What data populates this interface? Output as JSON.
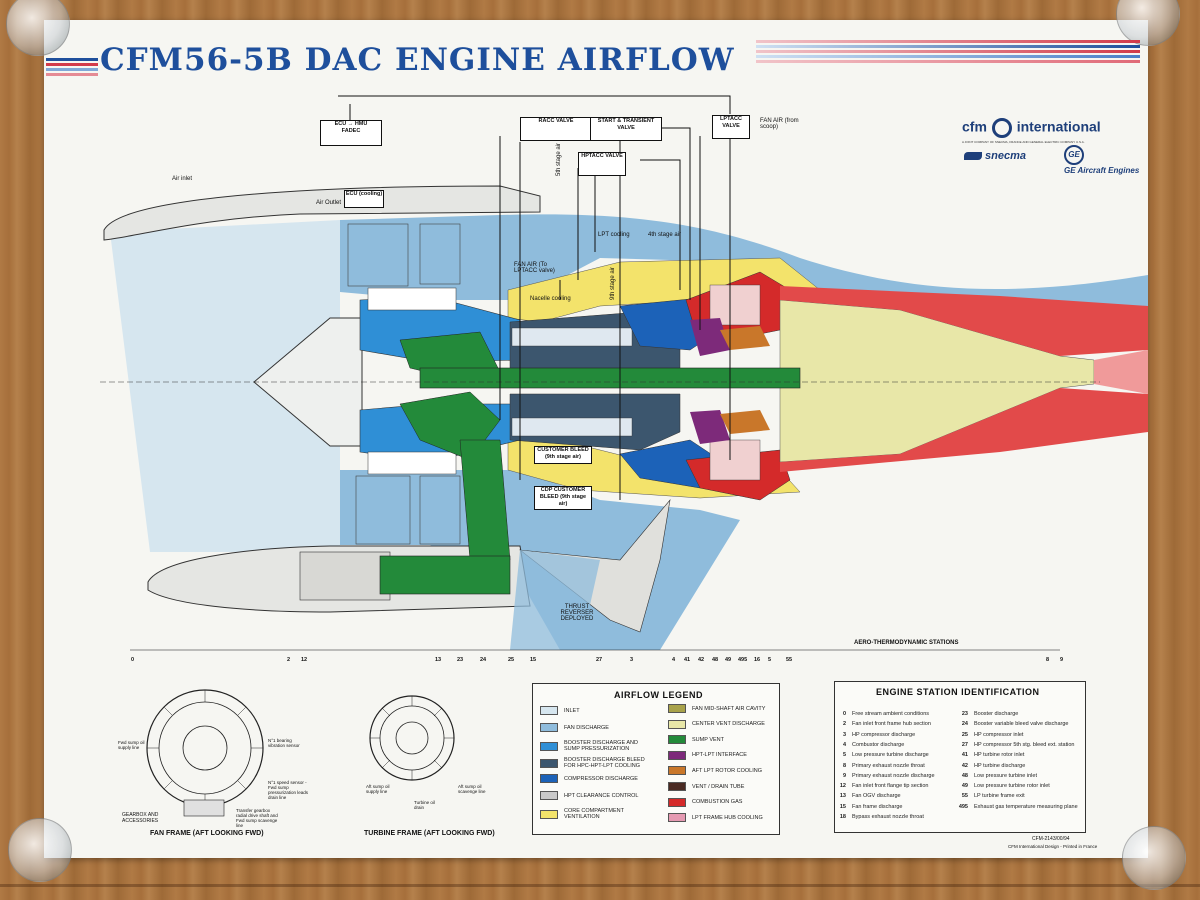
{
  "title": "CFM56-5B DAC ENGINE AIRFLOW",
  "brand": {
    "cfm": "cfm",
    "international": "international",
    "tagline": "A JOINT COMPANY OF SNECMA, FRANCE AND GENERAL ELECTRIC COMPANY U.S.A.",
    "snecma": "snecma",
    "ge": "GE Aircraft Engines"
  },
  "control_boxes": {
    "ecu": "ECU",
    "hmu": "HMU",
    "fadec": "FADEC",
    "racc": "RACC VALVE",
    "start_transient": "START & TRANSIENT VALVE",
    "hptacc": "HPTACC VALVE",
    "lptacc": "LPTACC VALVE",
    "fan_air_scoop": "FAN AIR (from scoop)",
    "ecu_cooling": "ECU (cooling)"
  },
  "diagram_labels": {
    "air_inlet": "Air inlet",
    "air_outlet": "Air Outlet",
    "fan_air_lptacc": "FAN AIR (To LPTACC valve)",
    "nacelle_cooling": "Nacelle cooling",
    "lpt_cooling": "LPT cooling",
    "fifth_stage_air": "5th stage air",
    "fourth_stage_air": "4th stage air",
    "ninth_stage_air": "9th stage air",
    "customer_bleed_9": "CUSTOMER BLEED (9th stage air)",
    "cdp_customer_bleed": "CDP CUSTOMER BLEED (9th stage air)",
    "thrust_reverser": "THRUST REVERSER DEPLOYED",
    "aero_stations": "AERO-THERMODYNAMIC STATIONS"
  },
  "stations_axis": [
    "0",
    "2",
    "12",
    "13",
    "23",
    "24",
    "25",
    "15",
    "27",
    "3",
    "4",
    "41",
    "42",
    "48",
    "49",
    "495",
    "16",
    "5",
    "55",
    "8",
    "9"
  ],
  "airflow_legend": {
    "title": "AIRFLOW LEGEND",
    "left": [
      {
        "label": "INLET",
        "color": "#d6e6ef"
      },
      {
        "label": "FAN DISCHARGE",
        "color": "#8fbcdc"
      },
      {
        "label": "BOOSTER DISCHARGE AND SUMP PRESSURIZATION",
        "color": "#2f8fd6"
      },
      {
        "label": "BOOSTER DISCHARGE BLEED FOR HPC-HPT-LPT COOLING",
        "color": "#3c566e"
      },
      {
        "label": "COMPRESSOR DISCHARGE",
        "color": "#1c62b8"
      },
      {
        "label": "HPT CLEARANCE CONTROL",
        "color": "#c9c9c9"
      },
      {
        "label": "CORE COMPARTMENT VENTILATION",
        "color": "#f3e36b"
      }
    ],
    "right": [
      {
        "label": "FAN MID-SHAFT AIR CAVITY",
        "color": "#a8a24a"
      },
      {
        "label": "CENTER VENT DISCHARGE",
        "color": "#e8e7a8"
      },
      {
        "label": "SUMP VENT",
        "color": "#238a3a"
      },
      {
        "label": "HPT-LPT INTERFACE",
        "color": "#7d2a7a"
      },
      {
        "label": "AFT LPT ROTOR COOLING",
        "color": "#c9772a"
      },
      {
        "label": "VENT / DRAIN TUBE",
        "color": "#4a2a22"
      },
      {
        "label": "COMBUSTION GAS",
        "color": "#d42a2a"
      },
      {
        "label": "LPT FRAME HUB COOLING",
        "color": "#e59ab2"
      }
    ]
  },
  "station_identification": {
    "title": "ENGINE STATION IDENTIFICATION",
    "left": [
      {
        "n": "0",
        "d": "Free stream ambient conditions"
      },
      {
        "n": "2",
        "d": "Fan inlet front frame hub section"
      },
      {
        "n": "3",
        "d": "HP compressor discharge"
      },
      {
        "n": "4",
        "d": "Combustor discharge"
      },
      {
        "n": "5",
        "d": "Low pressure turbine discharge"
      },
      {
        "n": "8",
        "d": "Primary exhaust nozzle throat"
      },
      {
        "n": "9",
        "d": "Primary exhaust nozzle discharge"
      },
      {
        "n": "12",
        "d": "Fan inlet front flange tip section"
      },
      {
        "n": "13",
        "d": "Fan OGV discharge"
      },
      {
        "n": "15",
        "d": "Fan frame discharge"
      },
      {
        "n": "18",
        "d": "Bypass exhaust nozzle throat"
      }
    ],
    "right": [
      {
        "n": "23",
        "d": "Booster discharge"
      },
      {
        "n": "24",
        "d": "Booster variable bleed valve discharge"
      },
      {
        "n": "25",
        "d": "HP compressor inlet"
      },
      {
        "n": "27",
        "d": "HP compressor 5th stg. bleed ext. station"
      },
      {
        "n": "41",
        "d": "HP turbine rotor inlet"
      },
      {
        "n": "42",
        "d": "HP turbine discharge"
      },
      {
        "n": "48",
        "d": "Low pressure turbine inlet"
      },
      {
        "n": "49",
        "d": "Low pressure turbine rotor inlet"
      },
      {
        "n": "55",
        "d": "LP turbine frame exit"
      },
      {
        "n": "495",
        "d": "Exhaust gas temperature measuring plane"
      }
    ]
  },
  "frames": {
    "fan_caption": "FAN FRAME (AFT LOOKING FWD)",
    "turbine_caption": "TURBINE FRAME (AFT LOOKING FWD)",
    "gearbox": "GEARBOX AND ACCESSORIES",
    "fan_sump_supply": "Fwd sump oil supply line",
    "n1_bearing": "N°1 bearing vibration sensor",
    "n1_speed": "N°1 speed sensor - Fwd sump pressurization leads drain line",
    "transfer_gearbox": "Transfer gearbox radial drive shaft and Fwd sump scavenge line",
    "aft_sump_supply": "Aft sump oil supply line",
    "aft_sump_scavenge": "Aft sump oil scavenge line",
    "turbine_oil_drain": "Turbine oil drain"
  },
  "footer": {
    "code": "CFM-2143/00/94",
    "credit": "CFM International Design - Printed in France"
  }
}
